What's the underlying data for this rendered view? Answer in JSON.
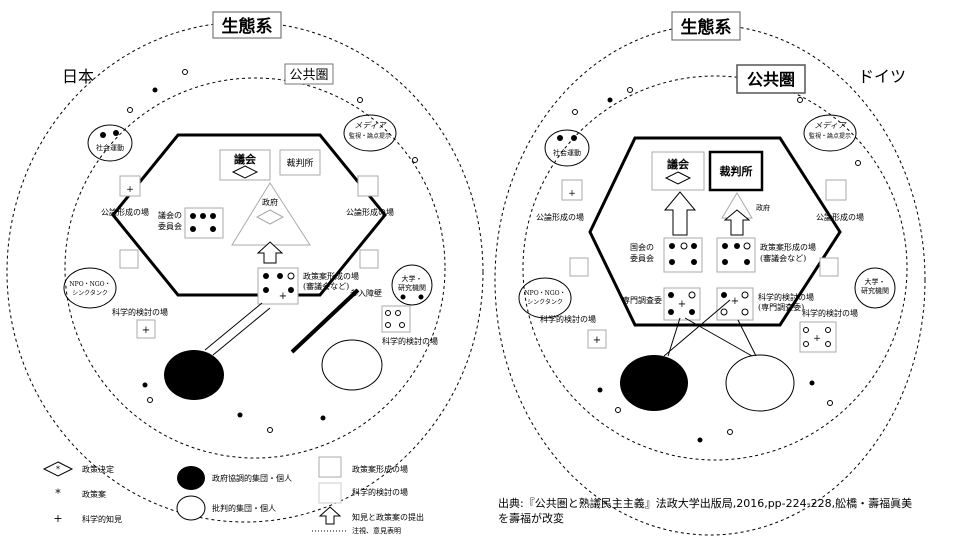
{
  "left": {
    "country": "日本",
    "ecosystem": "生態系",
    "public_sphere": "公共圏",
    "parliament": "議会",
    "court": "裁判所",
    "government": "政府",
    "committee": [
      "議会の",
      "委員会"
    ],
    "policy_forum": [
      "政策案形成の場",
      "(審議会など)"
    ],
    "social_movement": "社会運動",
    "media": [
      "メディア",
      "監視・論点提示"
    ],
    "ngo": [
      "NPO・NGO・",
      "シンクタンク"
    ],
    "university": [
      "大学・",
      "研究機関"
    ],
    "public_forum_left": "公論形成の場",
    "public_forum_right": "公論形成の場",
    "science_forum_left": "科学的検討の場",
    "science_forum_right": "科学的検討の場",
    "barrier": "参入障壁"
  },
  "right": {
    "country": "ドイツ",
    "ecosystem": "生態系",
    "public_sphere": "公共圏",
    "parliament": "議会",
    "court": "裁判所",
    "government": "政府",
    "committee": [
      "国会の",
      "委員会"
    ],
    "policy_forum": [
      "政策案形成の場",
      "(審議会など)"
    ],
    "expert_committee": "専門調査委",
    "science_forum_inner": [
      "科学的検討の場",
      "(専門調査委)"
    ],
    "social_movement": "社会運動",
    "media": [
      "メディア",
      "監視・論点提示"
    ],
    "ngo": [
      "NPO・NGO・",
      "シンクタンク"
    ],
    "university": [
      "大学・",
      "研究機関"
    ],
    "public_forum_left": "公論形成の場",
    "public_forum_right": "公論形成の場",
    "science_forum_left": "科学的検討の場",
    "science_forum_right": "科学的検討の場"
  },
  "legend": {
    "policy_decision": "政策決定",
    "policy_proposal": "政策案",
    "scientific_knowledge": "科学的知見",
    "government_group": "政府協調的集団・個人",
    "critical_group": "批判的集団・個人",
    "policy_forum": "政策案形成の場",
    "science_forum": "科学的検討の場",
    "submission": "知見と政策案の提出",
    "opinion": "注視、意見表明"
  },
  "source": {
    "line1": "出典:『公共圏と熟議民主主義』法政大学出版局,2016,pp-224-228,舩橋・壽福眞美",
    "line2": "を壽福が改変"
  },
  "colors": {
    "ink": "#000000",
    "paper": "#ffffff",
    "light_box": "#cccccc"
  }
}
